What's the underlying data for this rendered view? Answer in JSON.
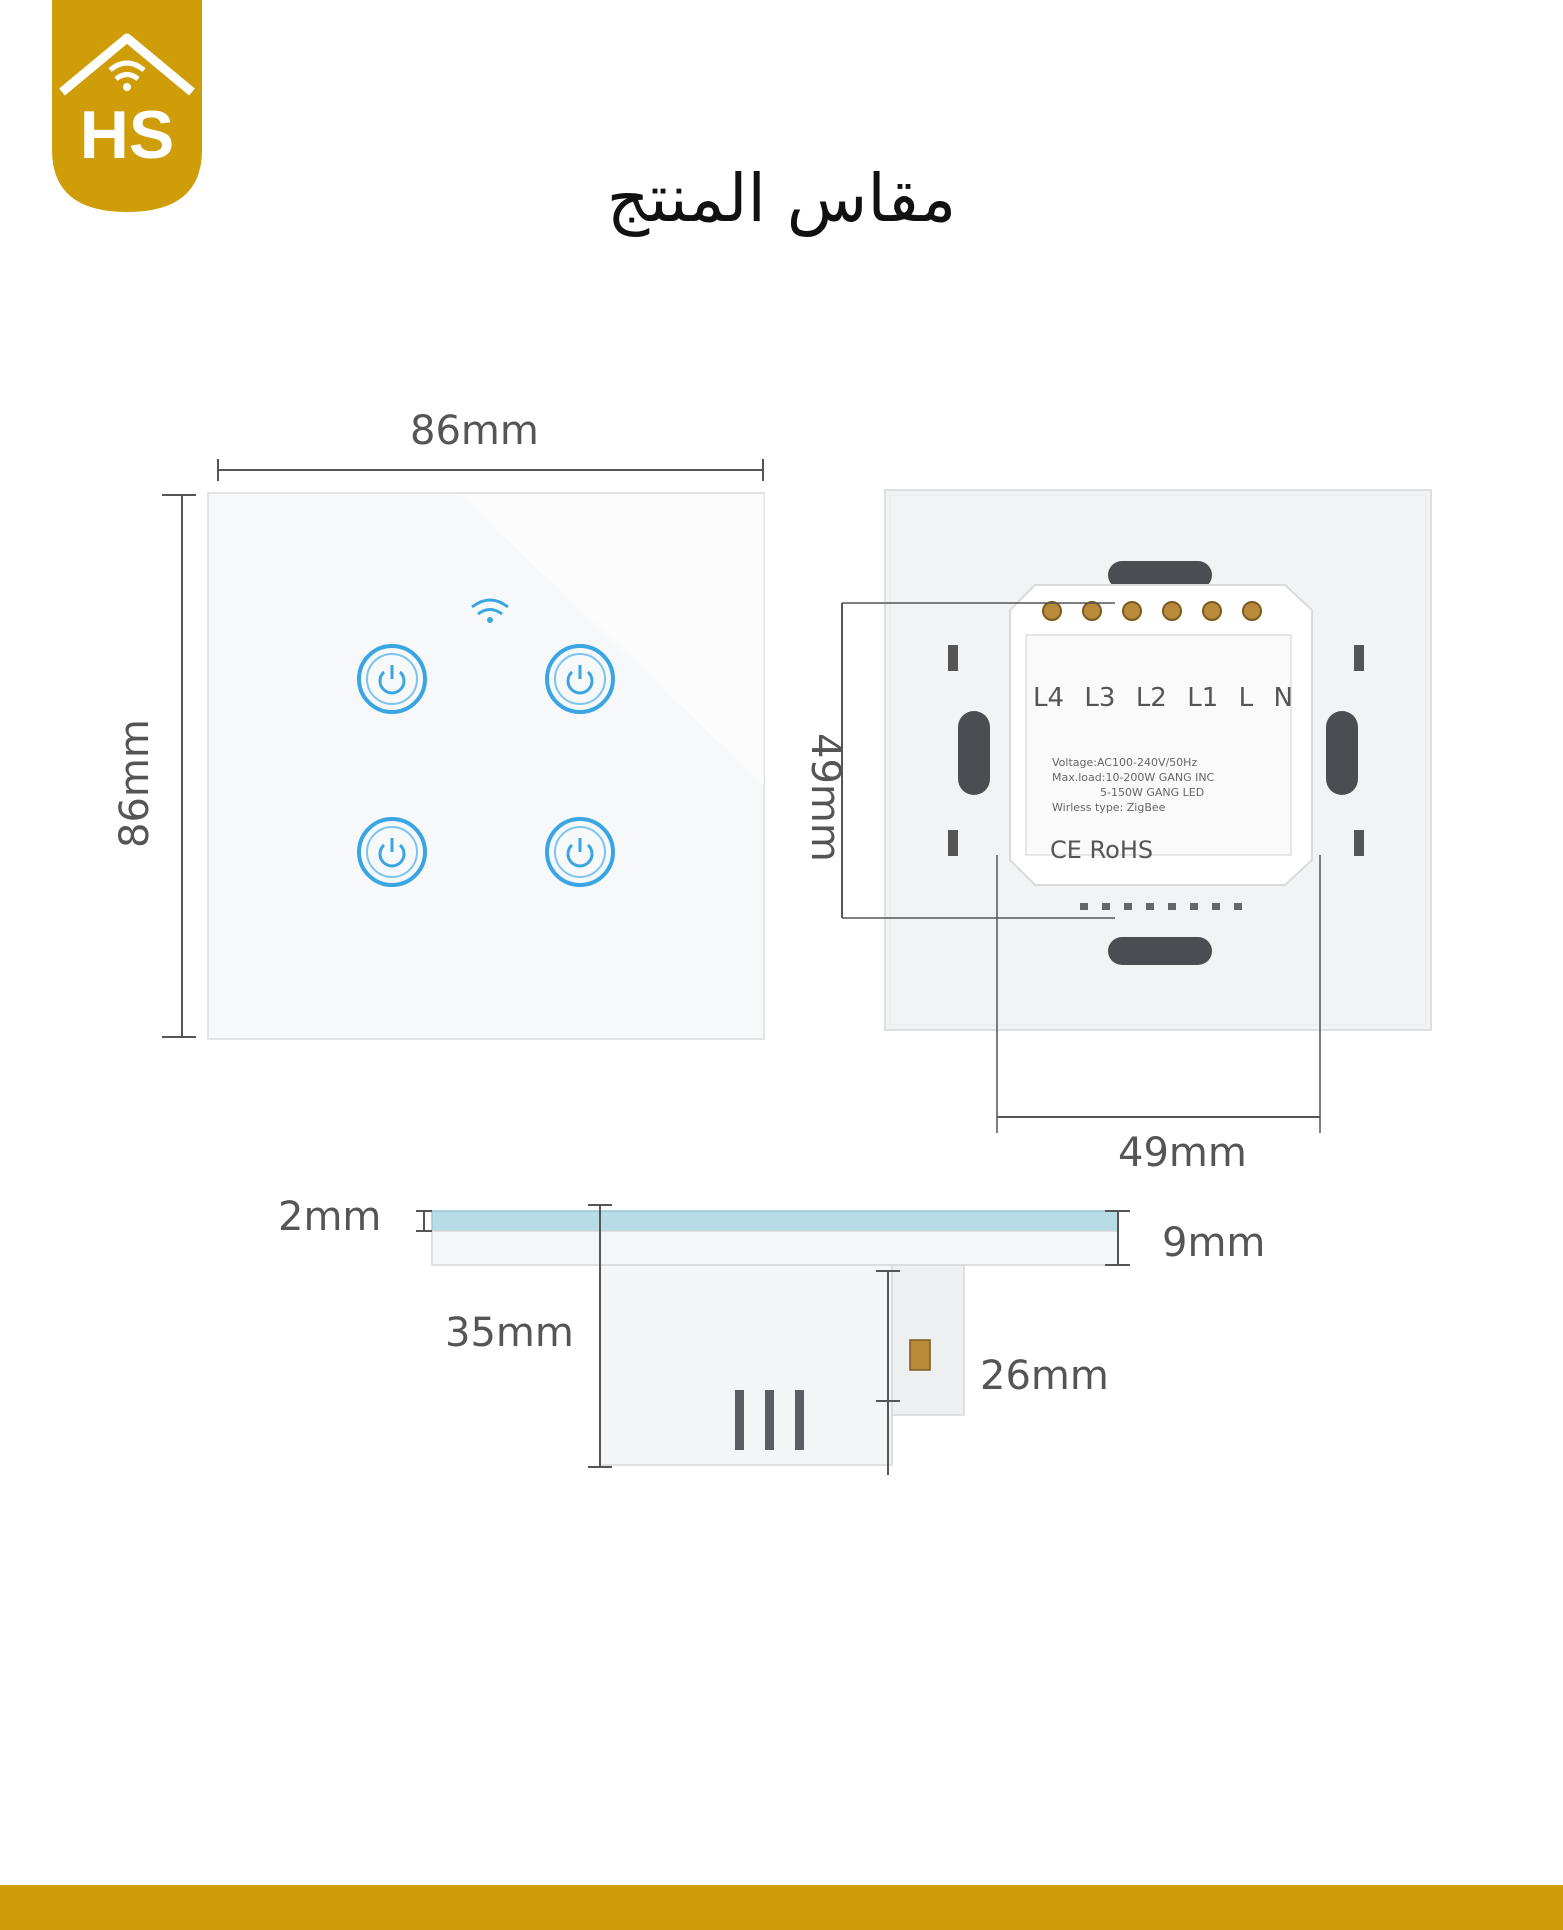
{
  "brand": {
    "logo_text": "HS",
    "color": "#cf9d07"
  },
  "title": "مقاس المنتج",
  "front": {
    "width_label": "86mm",
    "height_label": "86mm",
    "touch_color": "#3aa5e3"
  },
  "back": {
    "height_label": "49mm",
    "width_label": "49mm",
    "terminals": [
      "L4",
      "L3",
      "L2",
      "L1",
      "L",
      "N"
    ],
    "spec_lines": [
      "Voltage:AC100-240V/50Hz",
      "Max.load:10-200W GANG INC",
      "5-150W GANG LED",
      "Wirless type: ZigBee"
    ],
    "marks": "CE RoHS"
  },
  "side": {
    "glass_label": "2mm",
    "panel_label": "9mm",
    "depth_label": "35mm",
    "box_label": "26mm",
    "glass_color": "#b8dbe8"
  },
  "footer_color": "#cf9d07"
}
